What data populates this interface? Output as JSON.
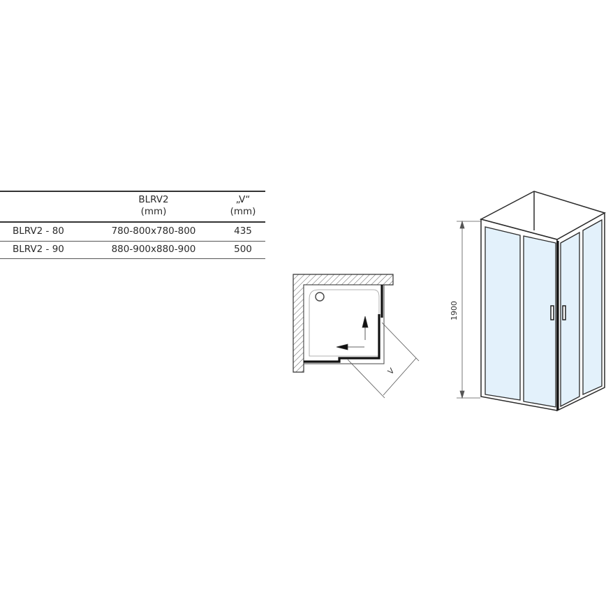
{
  "table": {
    "headers": [
      {
        "line1": "",
        "line2": ""
      },
      {
        "line1": "BLRV2",
        "line2": "(mm)"
      },
      {
        "line1": "„V“",
        "line2": "(mm)"
      }
    ],
    "rows": [
      {
        "model": "BLRV2 - 80",
        "size": "780-800x780-800",
        "v": "435"
      },
      {
        "model": "BLRV2 - 90",
        "size": "880-900x880-900",
        "v": "500"
      }
    ]
  },
  "plan_diagram": {
    "dimension_label": "V"
  },
  "iso_diagram": {
    "height_label": "1900"
  },
  "colors": {
    "glass": "#e3f1fb",
    "frame": "#2a2a2a",
    "hatch": "#555555"
  }
}
